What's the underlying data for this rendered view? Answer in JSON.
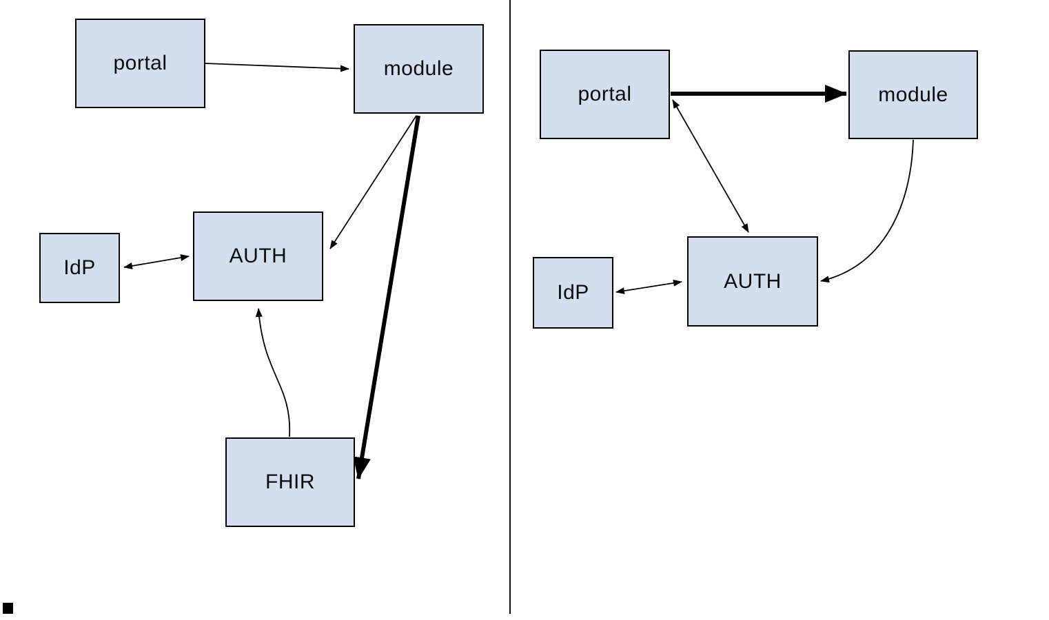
{
  "diagram": {
    "panels": {
      "left": {
        "nodes": {
          "portal": "portal",
          "module": "module",
          "idp": "IdP",
          "auth": "AUTH",
          "fhir": "FHIR"
        },
        "edges": [
          {
            "from": "portal",
            "to": "module",
            "style": "thin",
            "arrows": "end",
            "shape": "straight"
          },
          {
            "from": "module",
            "to": "auth",
            "style": "thin",
            "arrows": "end",
            "shape": "straight"
          },
          {
            "from": "module",
            "to": "fhir",
            "style": "thick",
            "arrows": "end",
            "shape": "straight"
          },
          {
            "from": "idp",
            "to": "auth",
            "style": "thin",
            "arrows": "both",
            "shape": "straight"
          },
          {
            "from": "fhir",
            "to": "auth",
            "style": "thin",
            "arrows": "end",
            "shape": "curved"
          }
        ]
      },
      "right": {
        "nodes": {
          "portal": "portal",
          "module": "module",
          "idp": "IdP",
          "auth": "AUTH"
        },
        "edges": [
          {
            "from": "portal",
            "to": "module",
            "style": "thick",
            "arrows": "end",
            "shape": "straight"
          },
          {
            "from": "portal",
            "to": "auth",
            "style": "thin",
            "arrows": "both",
            "shape": "straight"
          },
          {
            "from": "idp",
            "to": "auth",
            "style": "thin",
            "arrows": "both",
            "shape": "straight"
          },
          {
            "from": "module",
            "to": "auth",
            "style": "thin",
            "arrows": "end",
            "shape": "curved"
          }
        ]
      }
    },
    "colors": {
      "node_fill": "#d3dfee",
      "node_border": "#000000",
      "connector": "#000000",
      "background": "#ffffff"
    }
  }
}
